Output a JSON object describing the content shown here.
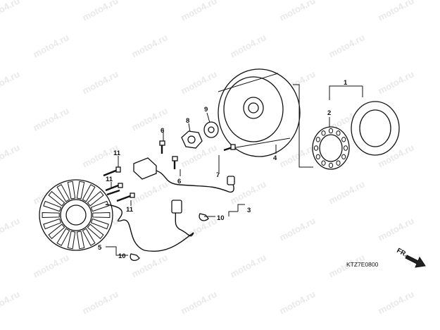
{
  "watermark": {
    "text": "moto4.ru"
  },
  "diagram": {
    "callouts": [
      {
        "id": "1",
        "label": "1"
      },
      {
        "id": "2",
        "label": "2"
      },
      {
        "id": "3",
        "label": "3"
      },
      {
        "id": "4",
        "label": "4"
      },
      {
        "id": "5",
        "label": "5"
      },
      {
        "id": "6a",
        "label": "6"
      },
      {
        "id": "6b",
        "label": "6"
      },
      {
        "id": "7",
        "label": "7"
      },
      {
        "id": "8",
        "label": "8"
      },
      {
        "id": "9",
        "label": "9"
      },
      {
        "id": "10a",
        "label": "10"
      },
      {
        "id": "10b",
        "label": "10"
      },
      {
        "id": "11a",
        "label": "11"
      },
      {
        "id": "11b",
        "label": "11"
      },
      {
        "id": "11c",
        "label": "11"
      }
    ],
    "diagram_code": "KTZ7E0800",
    "direction_label": "FR."
  }
}
